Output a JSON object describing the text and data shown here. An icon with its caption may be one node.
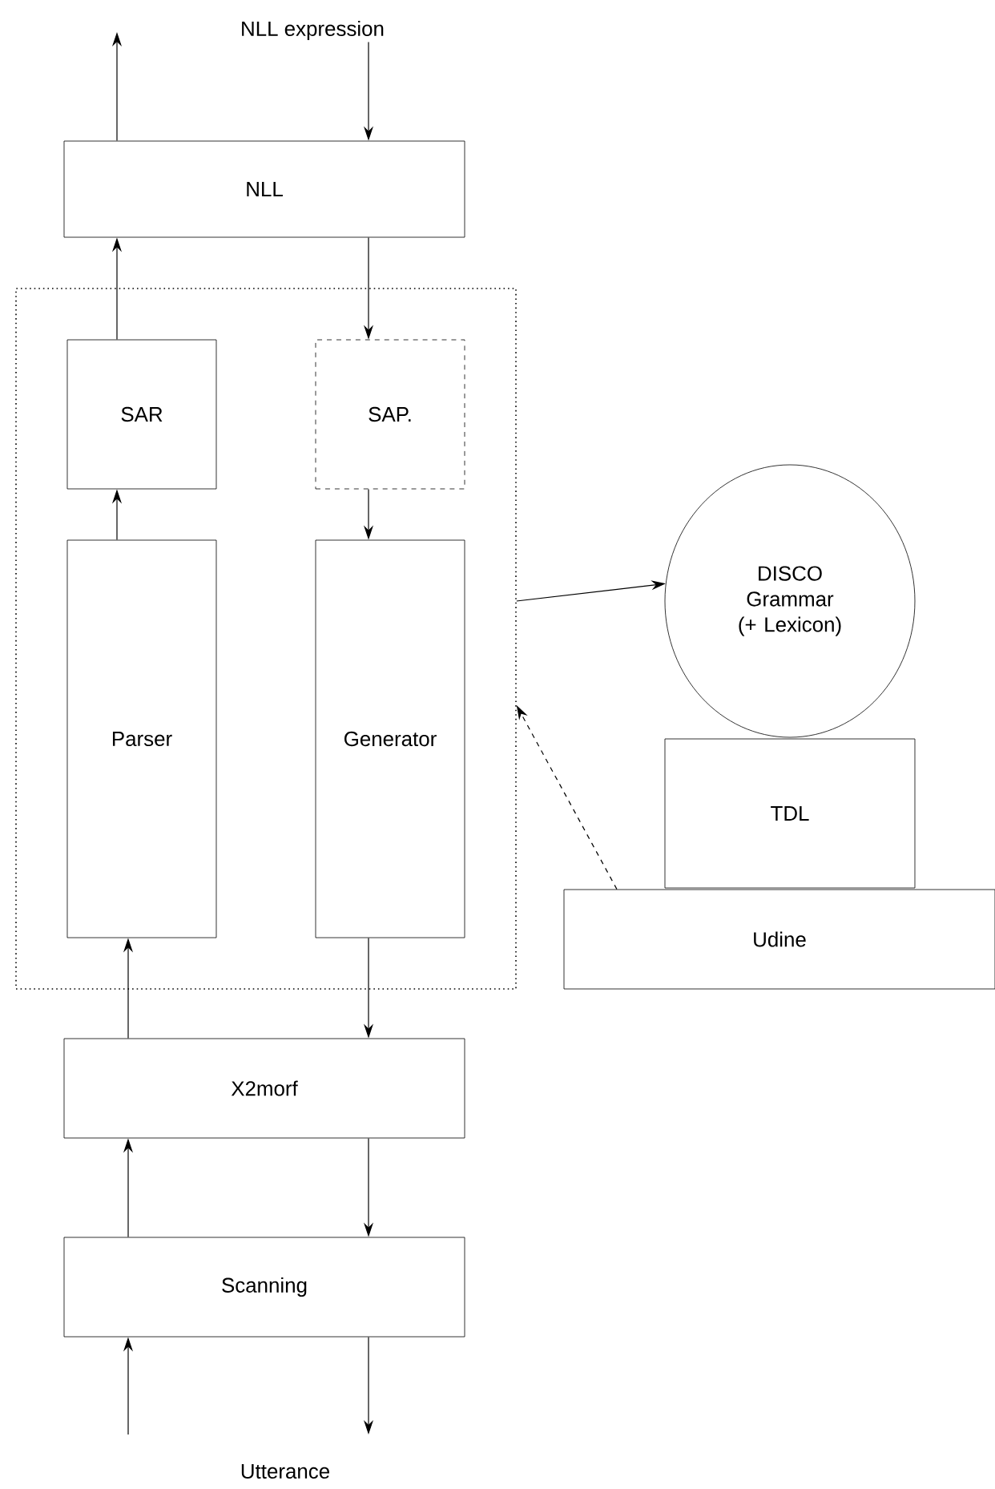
{
  "diagram": {
    "nodes": [
      {
        "text": [
          "NLL expression"
        ]
      },
      {
        "text": [
          "NLL"
        ]
      },
      {
        "text": [],
        "shape": "box"
      },
      {
        "text": [
          "SAR"
        ],
        "in": 2
      },
      {
        "text": [
          "SAP."
        ],
        "in": 2
      },
      {
        "text": [
          "Parser"
        ],
        "in": 2
      },
      {
        "text": [
          "Generator"
        ],
        "in": 2
      },
      {
        "text": [
          "DISCO Grammar (+ Lexicon)"
        ]
      },
      {
        "text": [
          "TDL"
        ]
      },
      {
        "text": [
          "Udine"
        ]
      },
      {
        "text": [
          "X2morf"
        ]
      },
      {
        "text": [
          "Scanning"
        ]
      }
    ],
    "edges": [
      {
        "from": 1,
        "to": null,
        "arrow": "to"
      },
      {
        "from": 0,
        "to": 1,
        "arrow": "to"
      },
      {
        "from": 3,
        "to": 1,
        "arrow": "to"
      },
      {
        "from": 1,
        "to": 4,
        "arrow": "to"
      },
      {
        "from": 5,
        "to": 3,
        "arrow": "to"
      },
      {
        "from": 4,
        "to": 6,
        "arrow": "to"
      },
      {
        "from": 2,
        "to": 7,
        "arrow": "to"
      },
      {
        "from": 9,
        "to": 2,
        "arrow": "to",
        "style": "dashed"
      },
      {
        "from": 10,
        "to": 5,
        "arrow": "to"
      },
      {
        "from": 6,
        "to": 10,
        "arrow": "to"
      },
      {
        "from": 11,
        "to": 10,
        "arrow": "to"
      },
      {
        "from": 10,
        "to": 11,
        "arrow": "to"
      },
      {
        "from": null,
        "to": 11,
        "arrow": "to"
      },
      {
        "from": 11,
        "to": null,
        "arrow": "to"
      }
    ],
    "labels": [
      "Utterance"
    ]
  }
}
